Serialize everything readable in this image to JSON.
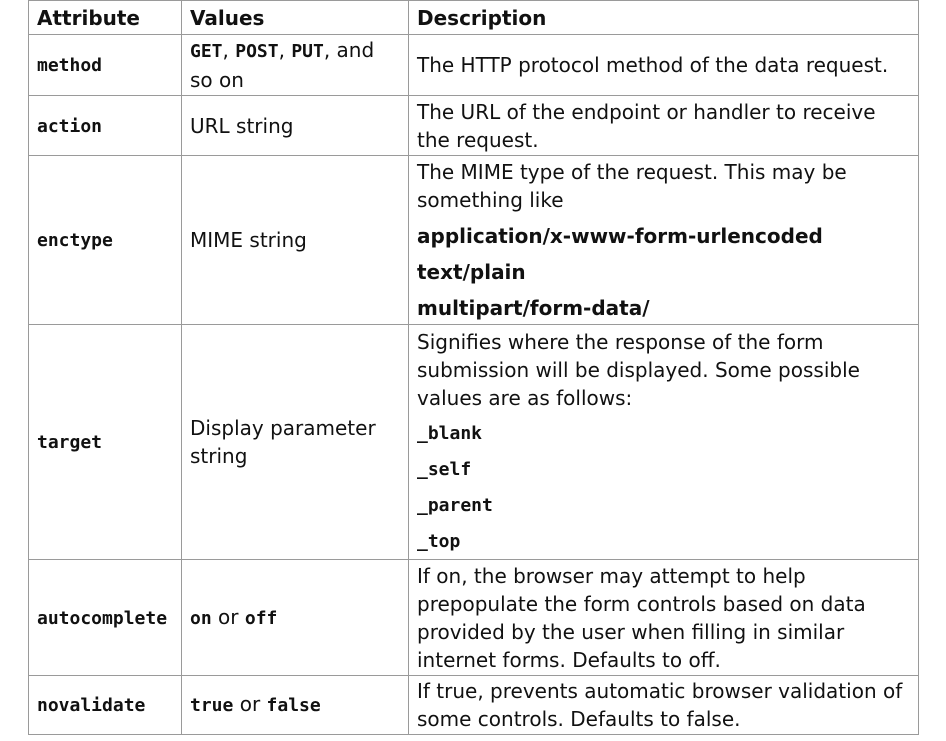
{
  "table": {
    "headers": {
      "attribute": "Attribute",
      "values": "Values",
      "description": "Description"
    },
    "rows": [
      {
        "attribute": "method",
        "values": {
          "v1": "GET",
          "s1": ", ",
          "v2": "POST",
          "s2": ", ",
          "v3": "PUT",
          "s3": ", and so on"
        },
        "description": "The HTTP protocol method of the data request."
      },
      {
        "attribute": "action",
        "values": "URL string",
        "description": "The URL of the endpoint or handler to receive the request."
      },
      {
        "attribute": "enctype",
        "values": "MIME string",
        "description": "The MIME type of the request. This may be something like",
        "options": [
          "application/x-www-form-urlencoded",
          "text/plain",
          "multipart/form-data/"
        ]
      },
      {
        "attribute": "target",
        "values": "Display parameter string",
        "description": "Signifies where the response of the form submission will be displayed. Some possible values are as follows:",
        "options": [
          "_blank",
          "_self",
          "_parent",
          "_top"
        ]
      },
      {
        "attribute": "autocomplete",
        "values": {
          "v1": "on",
          "s1": " or ",
          "v2": "off"
        },
        "description": "If on, the browser may attempt to help prepopulate the form controls based on data provided by the user when filling in similar internet forms. Defaults to off."
      },
      {
        "attribute": "novalidate",
        "values": {
          "v1": "true",
          "s1": " or ",
          "v2": "false"
        },
        "description": "If true, prevents automatic browser validation of some controls. Defaults to false."
      }
    ]
  }
}
